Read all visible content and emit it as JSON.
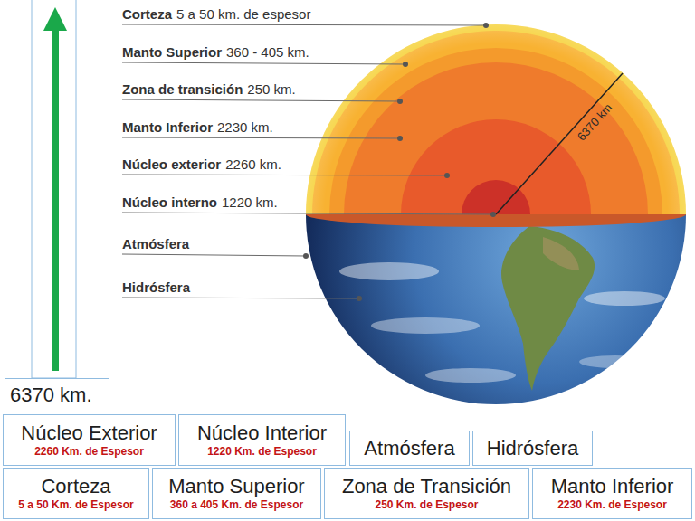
{
  "diagram": {
    "nodes": [
      {
        "text": [
          "6370 km."
        ]
      },
      {
        "text": [
          "Núcleo Exterior",
          "2260 Km. de Espesor"
        ]
      },
      {
        "text": [
          "Núcleo Interior",
          "1220 Km. de Espesor"
        ]
      },
      {
        "text": [
          "Atmósfera"
        ]
      },
      {
        "text": [
          "Hidrósfera"
        ]
      },
      {
        "text": [
          "Corteza",
          "5 a 50 Km. de Espesor"
        ]
      },
      {
        "text": [
          "Manto Superior",
          "360 a 405 Km. de Espesor"
        ]
      },
      {
        "text": [
          "Zona de Transición",
          "250 Km. de Espesor"
        ]
      },
      {
        "text": [
          "Manto Inferior",
          "2230 Km. de Espesor"
        ]
      }
    ],
    "labels": [
      "Corteza",
      "5 a 50 km. de espesor",
      "Manto Superior",
      "360 - 405 km.",
      "Zona de transición",
      "250 km.",
      "Manto Inferior",
      "2230 km.",
      "Núcleo exterior",
      "2260 km.",
      "Núcleo interno",
      "1220 km.",
      "Atmósfera",
      "Hidrósfera",
      "6370 km"
    ]
  }
}
